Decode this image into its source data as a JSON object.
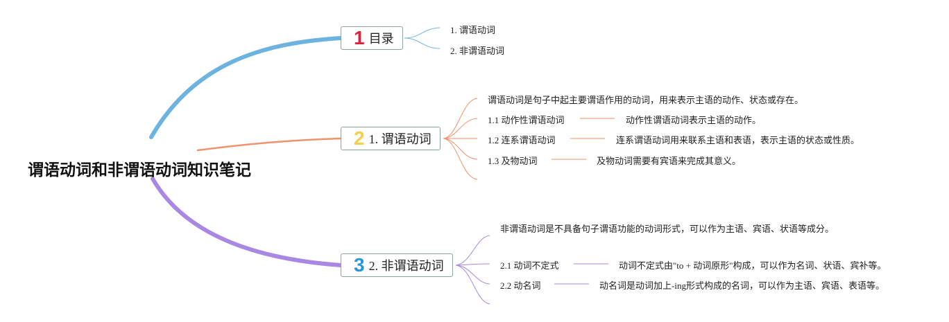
{
  "title": "谓语动词和非谓语动词知识笔记",
  "branches": [
    {
      "number": "1",
      "label": "目录",
      "color": "#6db3e0",
      "number_color": "#d8243d",
      "items": [
        {
          "text": "1. 谓语动词"
        },
        {
          "text": "2. 非谓语动词"
        }
      ]
    },
    {
      "number": "2",
      "label": "1. 谓语动词",
      "color": "#f0926b",
      "number_color": "#f5cf4a",
      "items": [
        {
          "text": "谓语动词是句子中起主要谓语作用的动词，用来表示主语的动作、状态或存在。"
        },
        {
          "text": "1.1 动作性谓语动词",
          "detail": "动作性谓语动词表示主语的动作。"
        },
        {
          "text": "1.2 连系谓语动词",
          "detail": "连系谓语动词用来联系主语和表语，表示主语的状态或性质。"
        },
        {
          "text": "1.3 及物动词",
          "detail": "及物动词需要有宾语来完成其意义。"
        }
      ]
    },
    {
      "number": "3",
      "label": "2. 非谓语动词",
      "color": "#a988e3",
      "number_color": "#2b95d6",
      "items": [
        {
          "text": "非谓语动词是不具备句子谓语功能的动词形式，可以作为主语、宾语、状语等成分。"
        },
        {
          "text": "2.1 动词不定式",
          "detail": "动词不定式由\"to + 动词原形\"构成，可以作为名词、状语、宾补等。"
        },
        {
          "text": "2.2 动名词",
          "detail": "动名词是动词加上-ing形式构成的名词，可以作为主语、宾语、表语等。"
        }
      ]
    }
  ]
}
